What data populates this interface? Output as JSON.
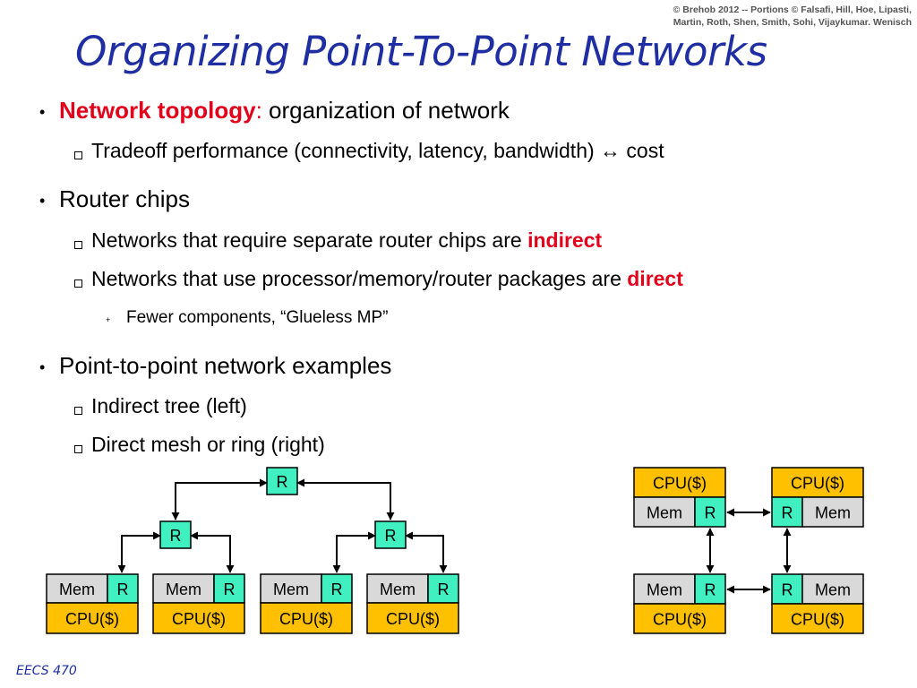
{
  "copyright": {
    "line1": "© Brehob 2012 -- Portions © Falsafi, Hill, Hoe, Lipasti,",
    "line2": "Martin, Roth, Shen, Smith, Sohi, Vijaykumar. Wenisch"
  },
  "title": "Organizing Point-To-Point Networks",
  "bullets": {
    "topology": {
      "term": "Network topology",
      "colon": ":",
      "rest": " organization of network"
    },
    "tradeoff": {
      "text": "Tradeoff performance (connectivity, latency, bandwidth)",
      "arrow": "↔",
      "rest": " cost"
    },
    "router_chips": "Router chips",
    "indirect": {
      "text": "Networks that require separate router chips are ",
      "keyword": "indirect"
    },
    "direct": {
      "text": "Networks that use processor/memory/router packages are ",
      "keyword": "direct"
    },
    "fewer": "Fewer components, “Glueless MP”",
    "examples": "Point-to-point network examples",
    "tree": "Indirect tree (left)",
    "mesh": "Direct mesh or ring (right)"
  },
  "diagram": {
    "router_label": "R",
    "mem_label": "Mem",
    "cpu_label": "CPU($)"
  },
  "colors": {
    "title": "#1f2fa3",
    "keyword": "#e3001b",
    "router_fill": "#40f0c0",
    "mem_fill": "#d9d9d9",
    "cpu_fill": "#ffc000"
  },
  "footer": "EECS 470"
}
